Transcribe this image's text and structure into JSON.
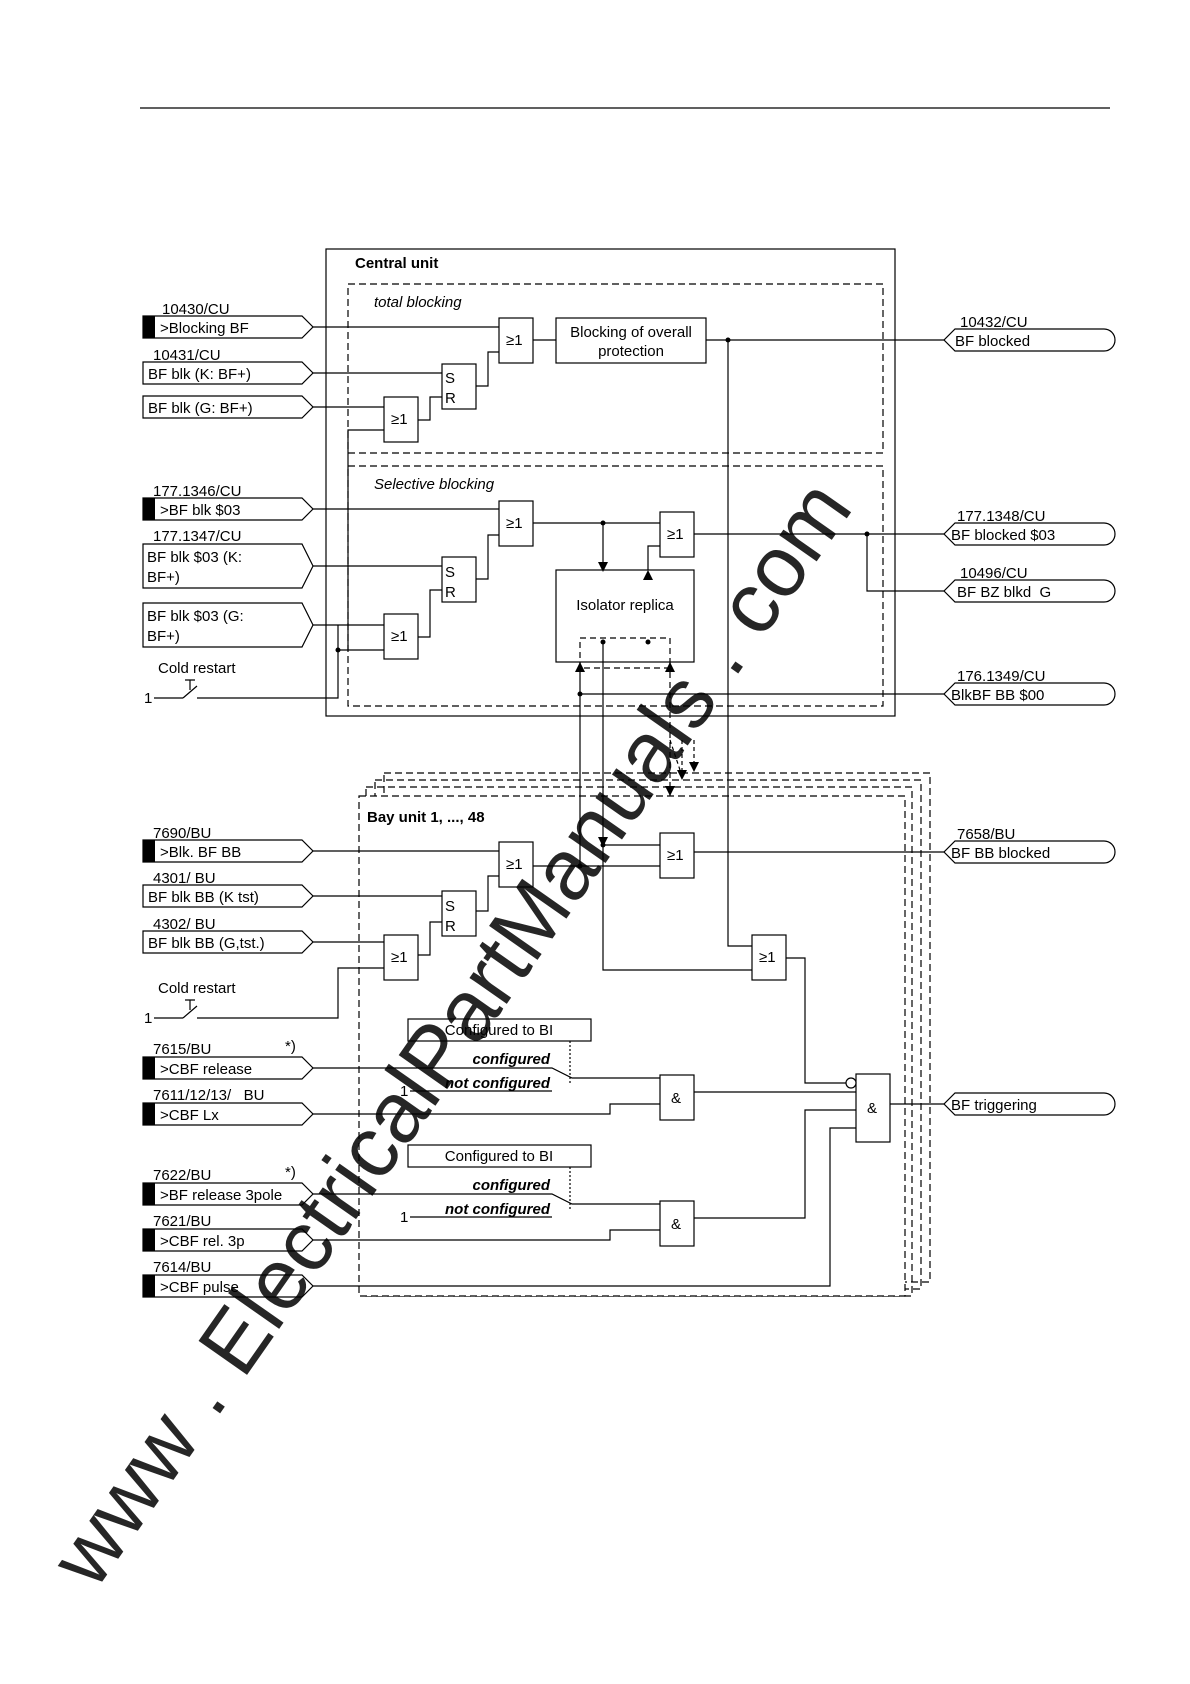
{
  "central_unit": {
    "title": "Central unit",
    "total_blocking_label": "total blocking",
    "selective_blocking_label": "Selective blocking",
    "blocking_overall_line1": "Blocking of overall",
    "blocking_overall_line2": "protection",
    "isolator_replica": "Isolator replica"
  },
  "bay_unit": {
    "title": "Bay unit 1, ..., 48"
  },
  "gates": {
    "or": "≥1",
    "and": "&",
    "set": "S",
    "reset": "R"
  },
  "inputs": [
    {
      "number": "10430/CU",
      "label": ">Blocking BF"
    },
    {
      "number": "10431/CU",
      "label": "BF blk (K: BF+)"
    },
    {
      "number": "",
      "label": "BF blk (G: BF+)"
    },
    {
      "number": "177.1346/CU",
      "label": ">BF blk $03"
    },
    {
      "number": "177.1347/CU",
      "label_line1": "BF blk $03 (K:",
      "label_line2": "BF+)"
    },
    {
      "number": "",
      "label_line1": "BF blk $03 (G:",
      "label_line2": "BF+)"
    },
    {
      "number": "7690/BU",
      "label": ">Blk. BF BB"
    },
    {
      "number": "4301/ BU",
      "label": "BF blk BB (K tst)"
    },
    {
      "number": "4302/ BU",
      "label": "BF blk BB (G,tst.)"
    },
    {
      "number": "7615/BU",
      "label": ">CBF release",
      "note": "*)"
    },
    {
      "number": "7611/12/13/   BU",
      "label": ">CBF Lx"
    },
    {
      "number": "7622/BU",
      "label": ">BF release 3pole",
      "note": "*)"
    },
    {
      "number": "7621/BU",
      "label": ">CBF rel. 3p"
    },
    {
      "number": "7614/BU",
      "label": ">CBF pulse"
    }
  ],
  "outputs": [
    {
      "number": "10432/CU",
      "label": "BF blocked"
    },
    {
      "number": "177.1348/CU",
      "label": "BF blocked $03"
    },
    {
      "number": "10496/CU",
      "label": "BF BZ blkd  G"
    },
    {
      "number": "176.1349/CU",
      "label": "BlkBF BB $00"
    },
    {
      "number": "7658/BU",
      "label": "BF BB blocked"
    },
    {
      "number": "",
      "label": "BF triggering"
    }
  ],
  "cold_restart": {
    "label": "Cold restart",
    "value": "1"
  },
  "config_boxes": {
    "title": "Configured to BI",
    "configured": "configured",
    "not_configured": "not configured",
    "constant": "1"
  },
  "watermark": "www . ElectricalPartManuals . com",
  "colors": {
    "line": "#000000",
    "watermark": "#8c8c8c"
  }
}
